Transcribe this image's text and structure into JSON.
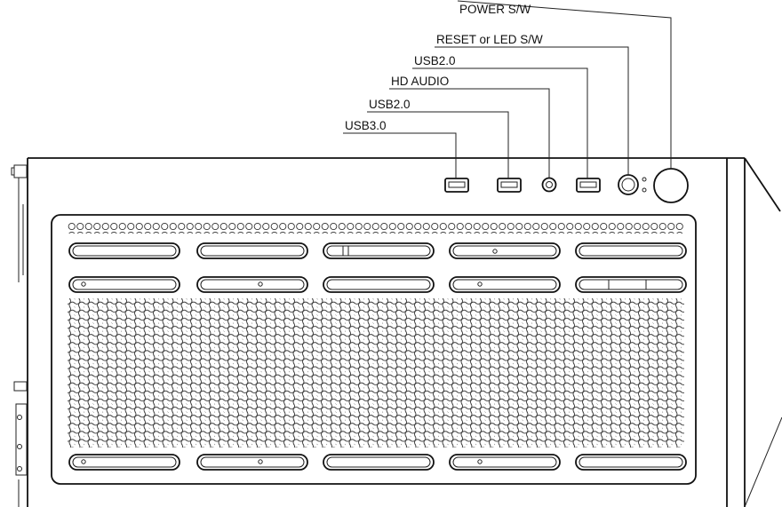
{
  "callouts": [
    {
      "label": "POWER S/W"
    },
    {
      "label": "RESET or LED S/W"
    },
    {
      "label": "USB2.0"
    },
    {
      "label": "HD AUDIO"
    },
    {
      "label": "USB2.0"
    },
    {
      "label": "USB3.0"
    }
  ],
  "icons": [
    "power-button-icon",
    "reset-button-icon",
    "led-indicator-icon",
    "usb-port-icon",
    "audio-jack-icon",
    "mesh-grille-icon"
  ]
}
